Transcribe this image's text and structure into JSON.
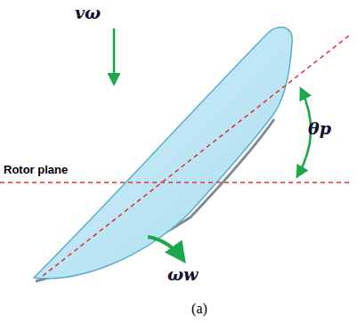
{
  "diagram": {
    "caption": "(a)",
    "labels": [
      "vω",
      "θp",
      "Rotor plane",
      "ωw"
    ]
  }
}
